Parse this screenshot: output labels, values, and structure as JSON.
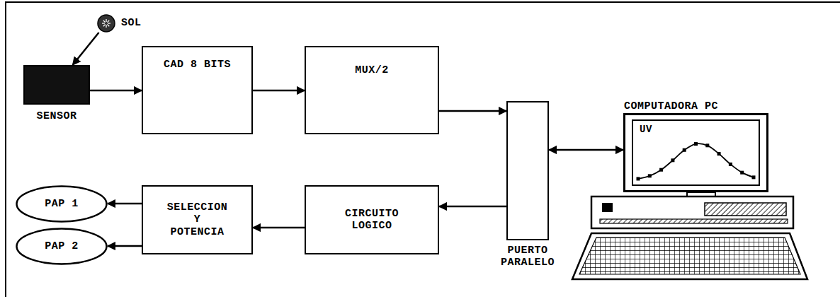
{
  "diagram": {
    "nodes": [
      {
        "text": [
          "SOL"
        ]
      },
      {
        "text": [
          "SENSOR"
        ]
      },
      {
        "text": [
          "CAD 8 BITS"
        ]
      },
      {
        "text": [
          "MUX/2"
        ]
      },
      {
        "text": [
          "PUERTO PARALELO"
        ]
      },
      {
        "text": [
          "COMPUTADORA PC",
          "UV"
        ]
      },
      {
        "text": [
          "PAP 1"
        ]
      },
      {
        "text": [
          "PAP 2"
        ]
      },
      {
        "text": [
          "SELECCION Y POTENCIA"
        ]
      },
      {
        "text": [
          "CIRCUITO LOGICO"
        ]
      }
    ],
    "edges": [
      {
        "from": 0,
        "to": 1,
        "arrow": "to"
      },
      {
        "from": 1,
        "to": 2,
        "arrow": "to"
      },
      {
        "from": 2,
        "to": 3,
        "arrow": "to"
      },
      {
        "from": 3,
        "to": 4,
        "arrow": "to"
      },
      {
        "from": 4,
        "to": 5,
        "arrow": "both"
      },
      {
        "from": 4,
        "to": 9,
        "arrow": "to"
      },
      {
        "from": 9,
        "to": 8,
        "arrow": "to"
      },
      {
        "from": 8,
        "to": 6,
        "arrow": "to"
      },
      {
        "from": 8,
        "to": 7,
        "arrow": "to"
      }
    ]
  }
}
